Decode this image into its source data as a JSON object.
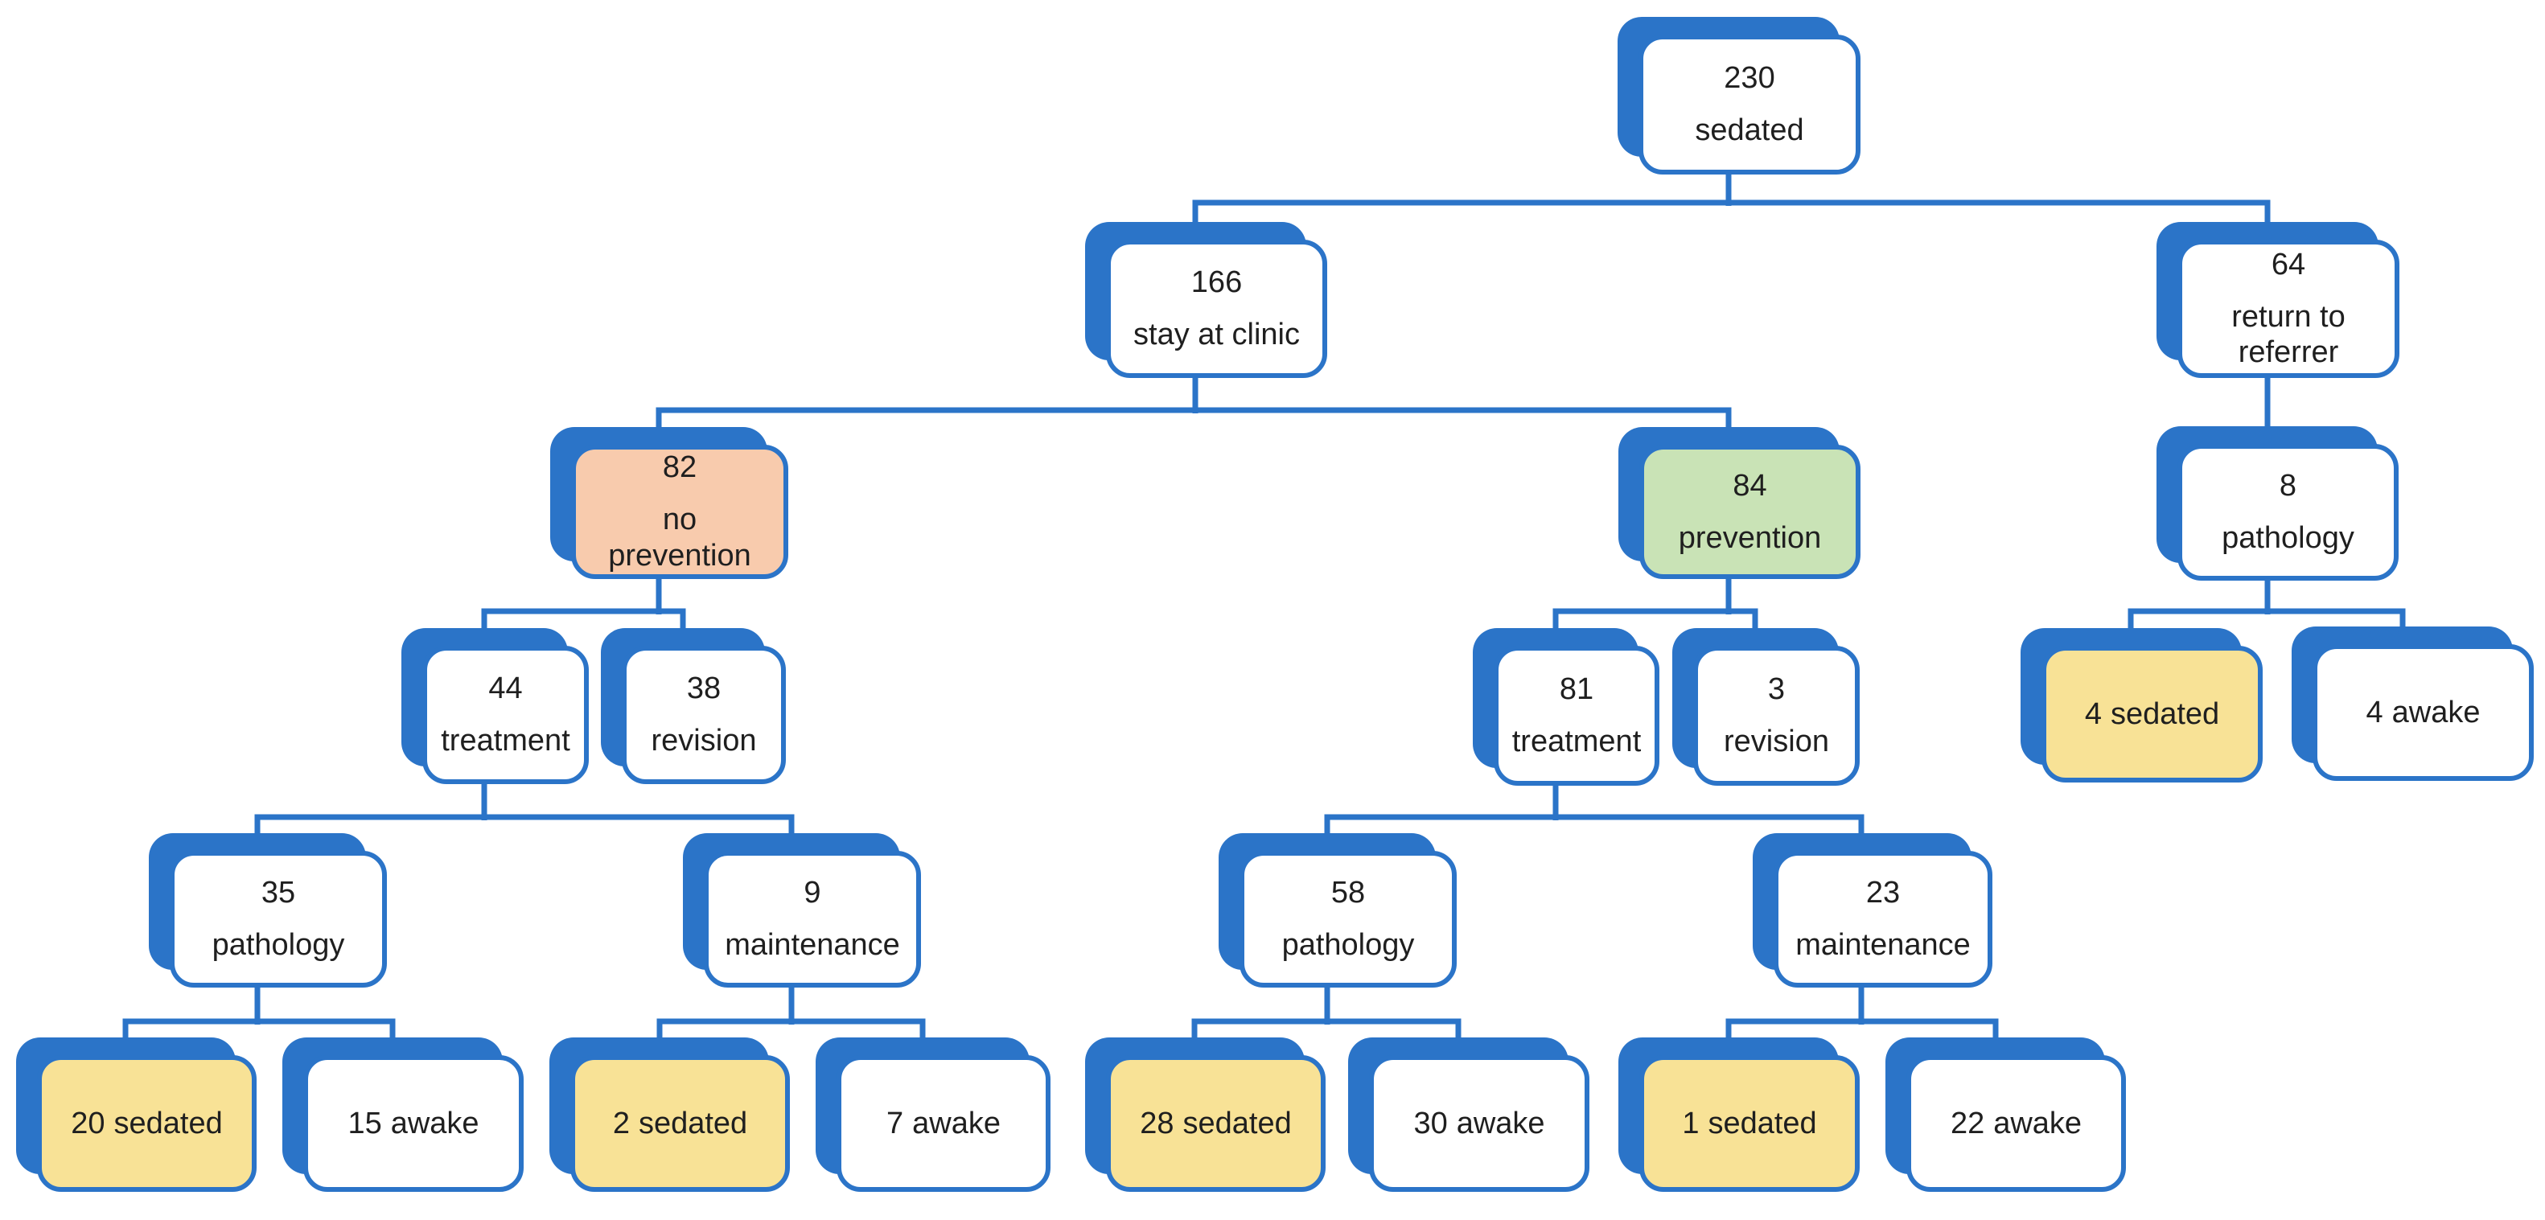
{
  "title": "sedation decision flowchart",
  "colors": {
    "accent_blue": "#2b74c8",
    "fill_peach": "#f8cbad",
    "fill_green": "#c9e3b6",
    "fill_yellow": "#f8e296",
    "fill_white": "#ffffff",
    "text": "#1f1f1f"
  },
  "nodes": [
    {
      "id": "sedated-230",
      "value": "230",
      "label": "sedated",
      "fill": "white"
    },
    {
      "id": "stay-at-clinic-166",
      "value": "166",
      "label": "stay at clinic",
      "fill": "white"
    },
    {
      "id": "return-to-referrer-64",
      "value": "64",
      "label": "return to\nreferrer",
      "fill": "white"
    },
    {
      "id": "no-prevention-82",
      "value": "82",
      "label": "no\nprevention",
      "fill": "peach"
    },
    {
      "id": "prevention-84",
      "value": "84",
      "label": "prevention",
      "fill": "green"
    },
    {
      "id": "pathology-8",
      "value": "8",
      "label": "pathology",
      "fill": "white"
    },
    {
      "id": "treatment-44",
      "value": "44",
      "label": "treatment",
      "fill": "white"
    },
    {
      "id": "revision-38",
      "value": "38",
      "label": "revision",
      "fill": "white"
    },
    {
      "id": "treatment-81",
      "value": "81",
      "label": "treatment",
      "fill": "white"
    },
    {
      "id": "revision-3",
      "value": "3",
      "label": "revision",
      "fill": "white"
    },
    {
      "id": "sedated-4",
      "value": "4",
      "label": "sedated",
      "fill": "yellow"
    },
    {
      "id": "awake-4",
      "value": "4",
      "label": "awake",
      "fill": "white"
    },
    {
      "id": "pathology-35",
      "value": "35",
      "label": "pathology",
      "fill": "white"
    },
    {
      "id": "maintenance-9",
      "value": "9",
      "label": "maintenance",
      "fill": "white"
    },
    {
      "id": "pathology-58",
      "value": "58",
      "label": "pathology",
      "fill": "white"
    },
    {
      "id": "maintenance-23",
      "value": "23",
      "label": "maintenance",
      "fill": "white"
    },
    {
      "id": "sedated-20",
      "value": "20",
      "label": "sedated",
      "fill": "yellow"
    },
    {
      "id": "awake-15",
      "value": "15",
      "label": "awake",
      "fill": "white"
    },
    {
      "id": "sedated-2",
      "value": "2",
      "label": "sedated",
      "fill": "yellow"
    },
    {
      "id": "awake-7",
      "value": "7",
      "label": "awake",
      "fill": "white"
    },
    {
      "id": "sedated-28",
      "value": "28",
      "label": "sedated",
      "fill": "yellow"
    },
    {
      "id": "awake-30",
      "value": "30",
      "label": "awake",
      "fill": "white"
    },
    {
      "id": "sedated-1",
      "value": "1",
      "label": "sedated",
      "fill": "yellow"
    },
    {
      "id": "awake-22",
      "value": "22",
      "label": "awake",
      "fill": "white"
    }
  ],
  "edges": [
    {
      "from": "sedated-230",
      "to": "stay-at-clinic-166"
    },
    {
      "from": "sedated-230",
      "to": "return-to-referrer-64"
    },
    {
      "from": "stay-at-clinic-166",
      "to": "no-prevention-82"
    },
    {
      "from": "stay-at-clinic-166",
      "to": "prevention-84"
    },
    {
      "from": "return-to-referrer-64",
      "to": "pathology-8"
    },
    {
      "from": "no-prevention-82",
      "to": "treatment-44"
    },
    {
      "from": "no-prevention-82",
      "to": "revision-38"
    },
    {
      "from": "prevention-84",
      "to": "treatment-81"
    },
    {
      "from": "prevention-84",
      "to": "revision-3"
    },
    {
      "from": "pathology-8",
      "to": "sedated-4"
    },
    {
      "from": "pathology-8",
      "to": "awake-4"
    },
    {
      "from": "treatment-44",
      "to": "pathology-35"
    },
    {
      "from": "treatment-44",
      "to": "maintenance-9"
    },
    {
      "from": "treatment-81",
      "to": "pathology-58"
    },
    {
      "from": "treatment-81",
      "to": "maintenance-23"
    },
    {
      "from": "pathology-35",
      "to": "sedated-20"
    },
    {
      "from": "pathology-35",
      "to": "awake-15"
    },
    {
      "from": "maintenance-9",
      "to": "sedated-2"
    },
    {
      "from": "maintenance-9",
      "to": "awake-7"
    },
    {
      "from": "pathology-58",
      "to": "sedated-28"
    },
    {
      "from": "pathology-58",
      "to": "awake-30"
    },
    {
      "from": "maintenance-23",
      "to": "sedated-1"
    },
    {
      "from": "maintenance-23",
      "to": "awake-22"
    }
  ]
}
